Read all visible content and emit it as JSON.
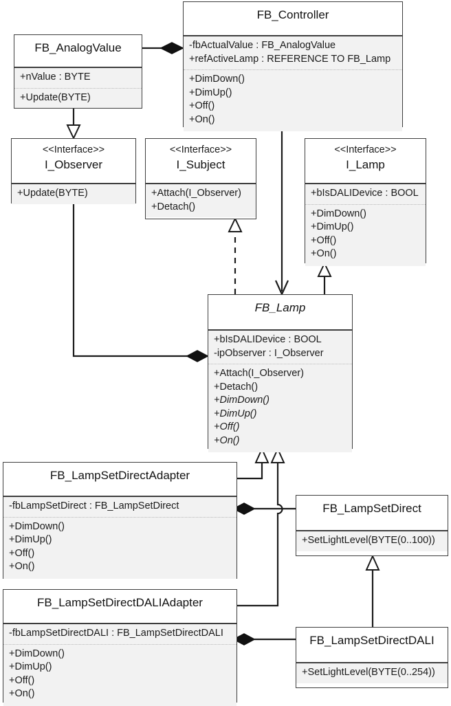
{
  "diagram": {
    "type": "uml-class-diagram",
    "title": "Lamp control UML class diagram",
    "colors": {
      "background": "#ffffff",
      "box_fill_title": "#ffffff",
      "box_fill_compartment": "#f2f2f2",
      "border": "#3d3d3d",
      "connector": "#1a1a1a"
    }
  },
  "classes": {
    "fb_analogvalue": {
      "name": "FB_AnalogValue",
      "stereotype": "",
      "abstract": false,
      "attributes": [
        "+nValue : BYTE"
      ],
      "methods": [
        "+Update(BYTE)"
      ]
    },
    "fb_controller": {
      "name": "FB_Controller",
      "stereotype": "",
      "abstract": false,
      "attributes": [
        "-fbActualValue : FB_AnalogValue",
        "+refActiveLamp : REFERENCE TO FB_Lamp"
      ],
      "methods": [
        "+DimDown()",
        "+DimUp()",
        "+Off()",
        "+On()"
      ]
    },
    "i_observer": {
      "name": "I_Observer",
      "stereotype": "<<Interface>>",
      "abstract": false,
      "attributes": [],
      "methods": [
        "+Update(BYTE)"
      ]
    },
    "i_subject": {
      "name": "I_Subject",
      "stereotype": "<<Interface>>",
      "abstract": false,
      "attributes": [],
      "methods": [
        "+Attach(I_Observer)",
        "+Detach()"
      ]
    },
    "i_lamp": {
      "name": "I_Lamp",
      "stereotype": "<<Interface>>",
      "abstract": false,
      "attributes": [
        "+bIsDALIDevice : BOOL"
      ],
      "methods": [
        "+DimDown()",
        "+DimUp()",
        "+Off()",
        "+On()"
      ]
    },
    "fb_lamp": {
      "name": "FB_Lamp",
      "stereotype": "",
      "abstract": true,
      "attributes": [
        "+bIsDALIDevice : BOOL",
        "-ipObserver : I_Observer"
      ],
      "methods": [
        "+Attach(I_Observer)",
        "+Detach()",
        "+DimDown()",
        "+DimUp()",
        "+Off()",
        "+On()"
      ],
      "abstract_methods": [
        "+DimDown()",
        "+DimUp()",
        "+Off()",
        "+On()"
      ]
    },
    "fb_lampsetdirectadapter": {
      "name": "FB_LampSetDirectAdapter",
      "stereotype": "",
      "abstract": false,
      "attributes": [
        "-fbLampSetDirect : FB_LampSetDirect"
      ],
      "methods": [
        "+DimDown()",
        "+DimUp()",
        "+Off()",
        "+On()"
      ]
    },
    "fb_lampsetdirectdaliadapter": {
      "name": "FB_LampSetDirectDALIAdapter",
      "stereotype": "",
      "abstract": false,
      "attributes": [
        "-fbLampSetDirectDALI : FB_LampSetDirectDALI"
      ],
      "methods": [
        "+DimDown()",
        "+DimUp()",
        "+Off()",
        "+On()"
      ]
    },
    "fb_lampsetdirect": {
      "name": "FB_LampSetDirect",
      "stereotype": "",
      "abstract": false,
      "attributes": [],
      "methods": [
        "+SetLightLevel(BYTE(0..100))"
      ]
    },
    "fb_lampsetdirectdali": {
      "name": "FB_LampSetDirectDALI",
      "stereotype": "",
      "abstract": false,
      "attributes": [],
      "methods": [
        "+SetLightLevel(BYTE(0..254))"
      ]
    }
  },
  "relations": [
    {
      "kind": "composition",
      "from": "fb_controller",
      "to": "fb_analogvalue",
      "marker": "filled-diamond"
    },
    {
      "kind": "realization",
      "from": "fb_analogvalue",
      "to": "i_observer",
      "marker": "hollow-triangle"
    },
    {
      "kind": "association",
      "from": "fb_controller",
      "to": "fb_lamp",
      "marker": "open-arrow"
    },
    {
      "kind": "realization",
      "from": "fb_lamp",
      "to": "i_subject",
      "marker": "hollow-triangle-dashed"
    },
    {
      "kind": "realization",
      "from": "fb_lamp",
      "to": "i_lamp",
      "marker": "hollow-triangle"
    },
    {
      "kind": "composition",
      "from": "fb_lamp",
      "to": "i_observer",
      "marker": "filled-diamond"
    },
    {
      "kind": "generalization",
      "from": "fb_lampsetdirectadapter",
      "to": "fb_lamp",
      "marker": "hollow-triangle"
    },
    {
      "kind": "generalization",
      "from": "fb_lampsetdirectdaliadapter",
      "to": "fb_lamp",
      "marker": "hollow-triangle"
    },
    {
      "kind": "composition",
      "from": "fb_lampsetdirectadapter",
      "to": "fb_lampsetdirect",
      "marker": "filled-diamond"
    },
    {
      "kind": "composition",
      "from": "fb_lampsetdirectdaliadapter",
      "to": "fb_lampsetdirectdali",
      "marker": "filled-diamond"
    },
    {
      "kind": "generalization",
      "from": "fb_lampsetdirectdali",
      "to": "fb_lampsetdirect",
      "marker": "hollow-triangle"
    }
  ]
}
